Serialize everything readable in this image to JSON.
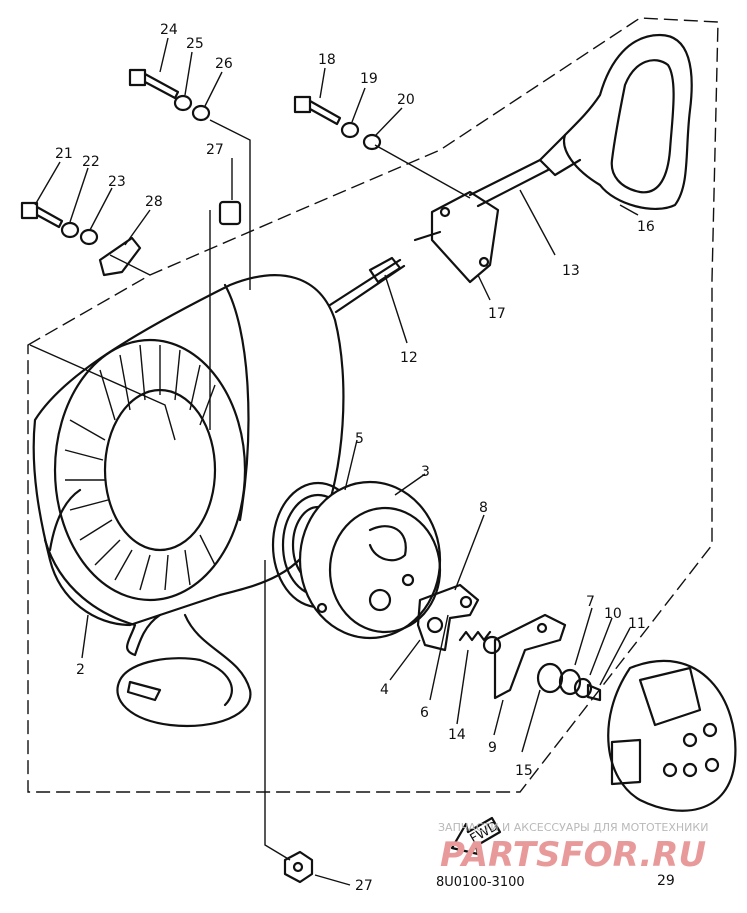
{
  "diagram": {
    "part_labels": {
      "p2": "2",
      "p3": "3",
      "p4": "4",
      "p5": "5",
      "p6": "6",
      "p7": "7",
      "p8": "8",
      "p9": "9",
      "p10": "10",
      "p11": "11",
      "p12": "12",
      "p13": "13",
      "p14": "14",
      "p15": "15",
      "p16": "16",
      "p17": "17",
      "p18": "18",
      "p19": "19",
      "p20": "20",
      "p21": "21",
      "p22": "22",
      "p23": "23",
      "p24": "24",
      "p25": "25",
      "p26": "26",
      "p27a": "27",
      "p27b": "27",
      "p28": "28",
      "p29": "29"
    },
    "drawing_code": "8U0100-3100",
    "fwd_label": "FWD"
  },
  "watermark": {
    "tagline": "ЗАПЧАСТИ И АКСЕССУАРЫ ДЛЯ МОТОТЕХНИКИ",
    "brand": "PARTSFOR.RU"
  }
}
